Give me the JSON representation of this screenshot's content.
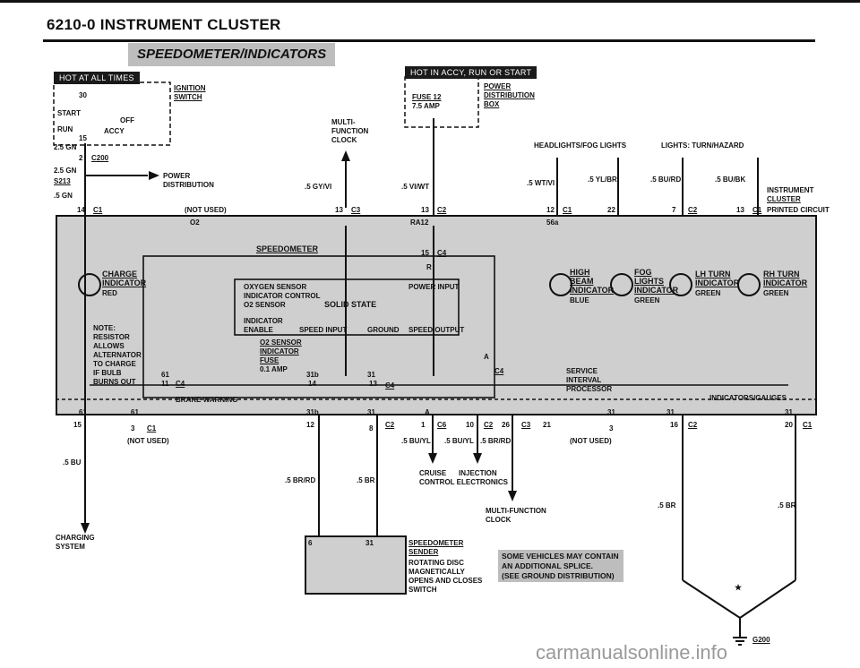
{
  "header": {
    "title": "6210-0  INSTRUMENT CLUSTER",
    "section": "SPEEDOMETER/INDICATORS"
  },
  "labels": {
    "hot_at_all_times": "HOT AT ALL TIMES",
    "hot_in_accy": "HOT IN ACCY, RUN OR START",
    "ignition": "IGNITION",
    "switch": "SWITCH",
    "start": "START",
    "run": "RUN",
    "off": "OFF",
    "accy": "ACCY",
    "pin30": "30",
    "pin15": "15",
    "wire_25gn_1": "2.5 GN",
    "c200": "C200",
    "c200_pin": "2",
    "wire_25gn_2": "2.5 GN",
    "s213": "S213",
    "power_dist_1": "POWER",
    "power_dist_2": "DISTRIBUTION",
    "wire_5gn": ".5 GN",
    "pin14": "14",
    "c1": "C1",
    "not_used_top": "(NOT USED)",
    "o2": "O2",
    "multi1": "MULTI-",
    "multi2": "FUNCTION",
    "multi3": "CLOCK",
    "wire_gyvi": ".5 GY/VI",
    "pin13a": "13",
    "c3": "C3",
    "fuse12": "FUSE 12",
    "fuse_amp": "7.5 AMP",
    "power_box1": "POWER",
    "power_box2": "DISTRIBUTION",
    "power_box3": "BOX",
    "wire_viwt": ".5 VI/WT",
    "pin13b": "13",
    "c2": "C2",
    "ra12": "RA12",
    "headlights": "HEADLIGHTS/FOG LIGHTS",
    "lights_turn": "LIGHTS: TURN/HAZARD",
    "wire_wtvi": ".5 WT/VI",
    "wire_ylbr": ".5 YL/BR",
    "wire_burd": ".5 BU/RD",
    "wire_bubk": ".5 BU/BK",
    "inst_cluster1": "INSTRUMENT",
    "inst_cluster2": "CLUSTER",
    "pin12": "12",
    "c1b": "C1",
    "pin22": "22",
    "pin7": "7",
    "c2b": "C2",
    "pin13c": "13",
    "c1c": "C1",
    "printed_circuit": "PRINTED CIRCUIT",
    "pin56a": "56a",
    "speedometer": "SPEEDOMETER",
    "pin15c4": "15",
    "c4": "C4",
    "r": "R",
    "charge": "CHARGE",
    "indicator": "INDICATOR",
    "red": "RED",
    "oxygen_sensor": "OXYGEN SENSOR",
    "indicator_control": "INDICATOR CONTROL",
    "o2_sensor": "O2 SENSOR",
    "solid_state": "SOLID STATE",
    "power_input": "POWER INPUT",
    "indicator_enable1": "INDICATOR",
    "indicator_enable2": "ENABLE",
    "speed_input": "SPEED INPUT",
    "ground": "GROUND",
    "speed_output": "SPEED OUTPUT",
    "high_beam1": "HIGH",
    "high_beam2": "BEAM",
    "high_beam3": "INDICATOR",
    "blue": "BLUE",
    "fog1": "FOG",
    "fog2": "LIGHTS",
    "fog3": "INDICATOR",
    "green1": "GREEN",
    "lh1": "LH TURN",
    "lh2": "INDICATOR",
    "green2": "GREEN",
    "rh1": "RH TURN",
    "rh2": "INDICATOR",
    "green3": "GREEN",
    "note1": "NOTE:",
    "note2": "RESISTOR",
    "note3": "ALLOWS",
    "note4": "ALTERNATOR",
    "note5": "TO CHARGE",
    "note6": "IF BULB",
    "note7": "BURNS OUT",
    "o2_ind1": "O2 SENSOR",
    "o2_ind2": "INDICATOR",
    "fuse_small": "FUSE",
    "amp_small": "0.1 AMP",
    "pin61": "61",
    "pin11": "11",
    "c4b": "C4",
    "pin31b": "31b",
    "pin31": "31",
    "pin14b": "14",
    "pin13d": "13",
    "c4c": "C4",
    "a": "A",
    "c4d": "C4",
    "service1": "SERVICE",
    "service2": "INTERVAL",
    "service3": "PROCESSOR",
    "brake_warning": "BRAKE WARNING",
    "indicators_gauges": "INDICATORS/GAUGES",
    "b61a": "61",
    "b61b": "61",
    "b31b": "31b",
    "b31a": "31",
    "bA": "A",
    "b31c": "31",
    "b31d": "31",
    "b31e": "31",
    "pin15b": "15",
    "pin3": "3",
    "c1d": "C1",
    "not_used_b1": "(NOT USED)",
    "pin12b": "12",
    "pin8": "8",
    "c2c": "C2",
    "pin1": "1",
    "c6": "C6",
    "pin10": "10",
    "c2d": "C2",
    "pin26": "26",
    "c3b": "C3",
    "pin21": "21",
    "pin3b": "3",
    "pin16": "16",
    "c2e": "C2",
    "pin20": "20",
    "c1e": "C1",
    "wire_5bu": ".5 BU",
    "wire_buyl1": ".5 BU/YL",
    "wire_buyl2": ".5 BU/YL",
    "wire_burd2": ".5 BR/RD",
    "not_used_b2": "(NOT USED)",
    "cruise": "CRUISE",
    "injection": "INJECTION",
    "control_elec": "CONTROL  ELECTRONICS",
    "wire_brrd": ".5 BR/RD",
    "wire_br1": ".5 BR",
    "wire_br2": ".5 BR",
    "wire_br3": ".5 BR",
    "mfc1": "MULTI-FUNCTION",
    "mfc2": "CLOCK",
    "charging1": "CHARGING",
    "charging2": "SYSTEM",
    "sensor_pin6": "6",
    "sensor_pin31": "31",
    "sender1": "SPEEDOMETER",
    "sender2": "SENDER",
    "sender3": "ROTATING DISC",
    "sender4": "MAGNETICALLY",
    "sender5": "OPENS AND CLOSES",
    "sender6": "SWITCH",
    "note_star1": "SOME VEHICLES MAY CONTAIN",
    "note_star2": "AN ADDITIONAL SPLICE.",
    "note_star3": "(SEE GROUND DISTRIBUTION)",
    "star": "★",
    "g200": "G200"
  },
  "watermark": "carmanualsonline.info"
}
